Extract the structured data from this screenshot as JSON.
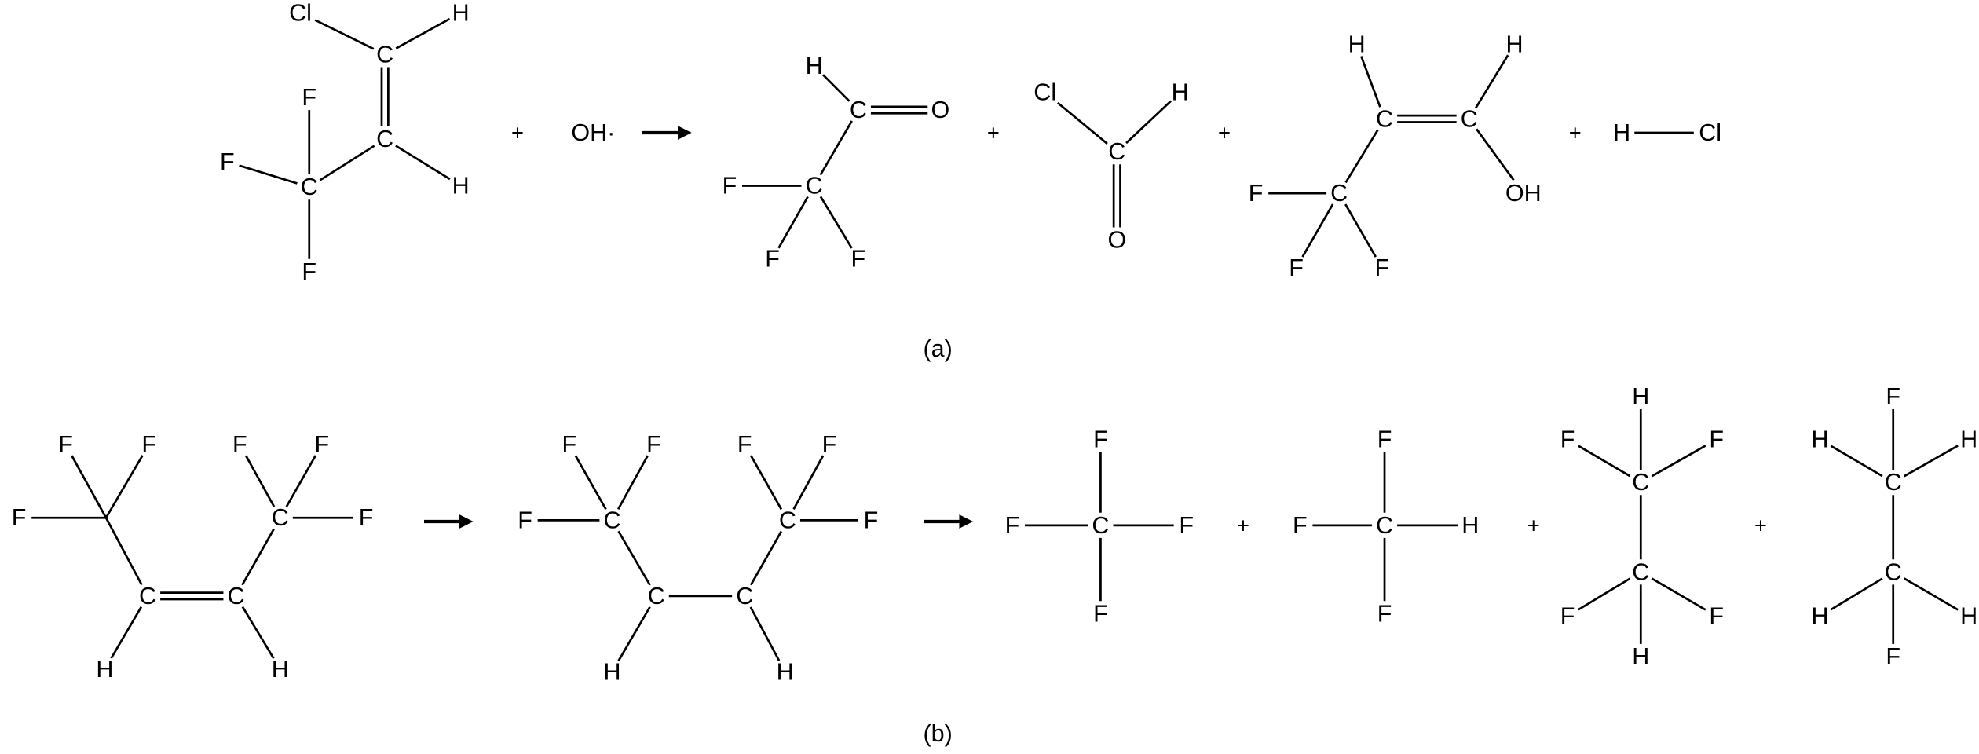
{
  "colors": {
    "ink": "#000000",
    "background": "#ffffff"
  },
  "reaction_a": {
    "caption": "(a)",
    "reactant": {
      "atoms": [
        "Cl",
        "H",
        "C",
        "C",
        "C",
        "F",
        "F",
        "F",
        "H"
      ]
    },
    "reagent": "OH·",
    "plus_signs": [
      "+",
      "+",
      "+",
      "+",
      "+"
    ],
    "products": [
      {
        "atoms": [
          "H",
          "C",
          "O",
          "C",
          "F",
          "F",
          "F"
        ]
      },
      {
        "atoms": [
          "Cl",
          "H",
          "C",
          "O"
        ]
      },
      {
        "atoms": [
          "H",
          "H",
          "C",
          "C",
          "C",
          "F",
          "F",
          "F",
          "OH"
        ]
      },
      {
        "atoms": [
          "H",
          "Cl"
        ]
      }
    ]
  },
  "reaction_b": {
    "caption": "(b)",
    "reactant": {
      "atoms": [
        "F",
        "F",
        "F",
        "",
        "C",
        "C",
        "H",
        "H",
        "F",
        "F",
        "C",
        "F"
      ]
    },
    "intermediate": {
      "atoms": [
        "F",
        "F",
        "F",
        "C",
        "C",
        "C",
        "H",
        "H",
        "F",
        "F",
        "C",
        "F"
      ]
    },
    "plus_signs": [
      "+",
      "+",
      "+"
    ],
    "products": [
      {
        "atoms": [
          "F",
          "F",
          "C",
          "F",
          "F"
        ]
      },
      {
        "atoms": [
          "F",
          "F",
          "C",
          "H",
          "F"
        ]
      },
      {
        "atoms": [
          "H",
          "F",
          "F",
          "C",
          "C",
          "F",
          "F",
          "H"
        ]
      },
      {
        "atoms": [
          "F",
          "H",
          "H",
          "C",
          "C",
          "H",
          "H",
          "F"
        ]
      }
    ]
  }
}
